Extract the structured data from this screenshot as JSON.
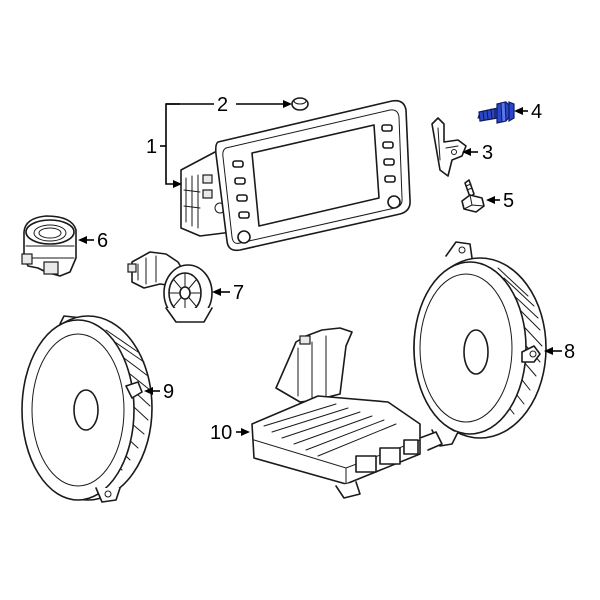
{
  "diagram": {
    "callouts": [
      {
        "id": "1",
        "label": "1"
      },
      {
        "id": "2",
        "label": "2"
      },
      {
        "id": "3",
        "label": "3"
      },
      {
        "id": "4",
        "label": "4"
      },
      {
        "id": "5",
        "label": "5"
      },
      {
        "id": "6",
        "label": "6"
      },
      {
        "id": "7",
        "label": "7"
      },
      {
        "id": "8",
        "label": "8"
      },
      {
        "id": "9",
        "label": "9"
      },
      {
        "id": "10",
        "label": "10"
      }
    ],
    "highlighted_part": "4",
    "highlight_color": "#2b47c9"
  }
}
